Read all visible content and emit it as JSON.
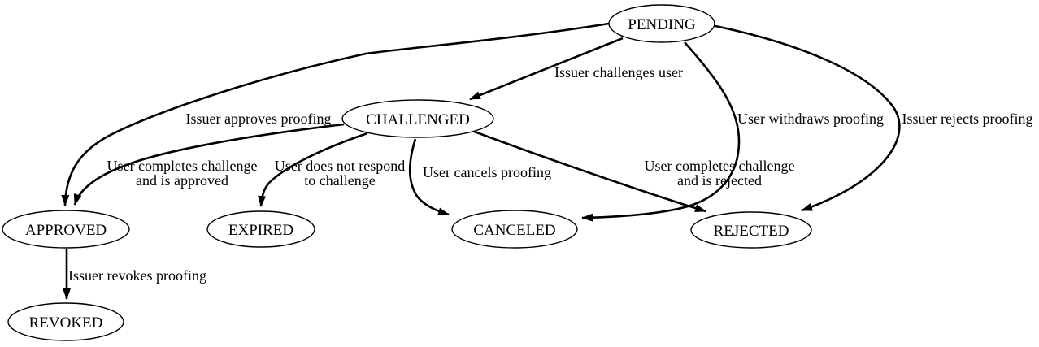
{
  "diagram": {
    "type": "state-machine-graph",
    "background_color": "#ffffff",
    "node_fill_color": "#ffffff",
    "node_stroke_color": "#000000",
    "edge_color": "#000000",
    "text_color": "#000000"
  },
  "nodes": {
    "pending": {
      "label": "PENDING"
    },
    "challenged": {
      "label": "CHALLENGED"
    },
    "approved": {
      "label": "APPROVED"
    },
    "expired": {
      "label": "EXPIRED"
    },
    "canceled": {
      "label": "CANCELED"
    },
    "rejected": {
      "label": "REJECTED"
    },
    "revoked": {
      "label": "REVOKED"
    }
  },
  "edges": {
    "pending_challenged": {
      "from": "PENDING",
      "to": "CHALLENGED",
      "label": "Issuer challenges user",
      "label_lines": [
        "Issuer challenges user"
      ]
    },
    "pending_approved": {
      "from": "PENDING",
      "to": "APPROVED",
      "label": "Issuer approves proofing",
      "label_lines": [
        "Issuer approves proofing"
      ]
    },
    "pending_canceled": {
      "from": "PENDING",
      "to": "CANCELED",
      "label": "User withdraws proofing",
      "label_lines": [
        "User withdraws proofing"
      ]
    },
    "pending_rejected": {
      "from": "PENDING",
      "to": "REJECTED",
      "label": "Issuer rejects proofing",
      "label_lines": [
        "Issuer rejects proofing"
      ]
    },
    "challenged_approved": {
      "from": "CHALLENGED",
      "to": "APPROVED",
      "label": "User completes challenge and is approved",
      "label_lines": [
        "User completes challenge",
        "and is approved"
      ]
    },
    "challenged_expired": {
      "from": "CHALLENGED",
      "to": "EXPIRED",
      "label": "User does not respond to challenge",
      "label_lines": [
        "User does not respond",
        "to challenge"
      ]
    },
    "challenged_canceled": {
      "from": "CHALLENGED",
      "to": "CANCELED",
      "label": "User cancels proofing",
      "label_lines": [
        "User cancels proofing"
      ]
    },
    "challenged_rejected": {
      "from": "CHALLENGED",
      "to": "REJECTED",
      "label": "User completes challenge and is rejected",
      "label_lines": [
        "User completes challenge",
        "and is rejected"
      ]
    },
    "approved_revoked": {
      "from": "APPROVED",
      "to": "REVOKED",
      "label": "Issuer revokes proofing",
      "label_lines": [
        "Issuer revokes proofing"
      ]
    }
  }
}
